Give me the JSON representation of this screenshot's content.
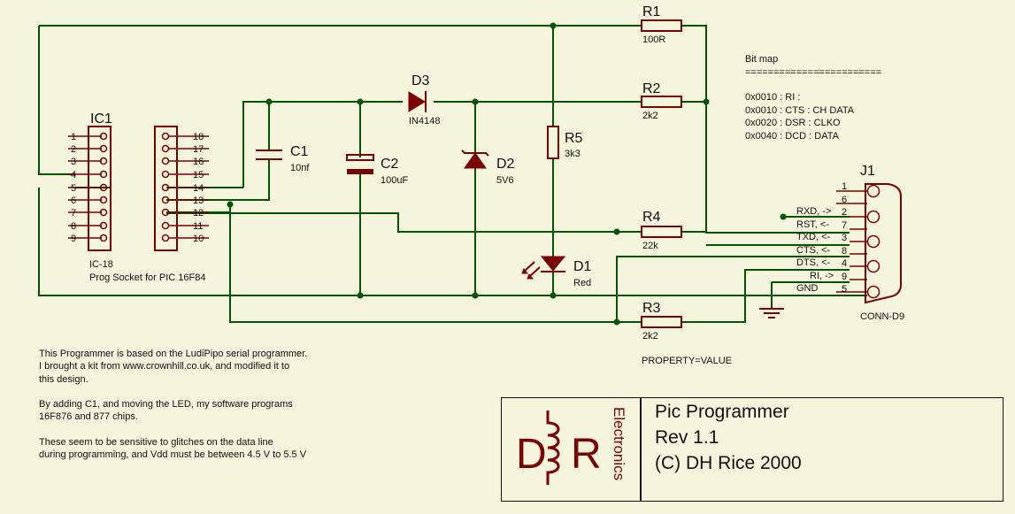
{
  "components": {
    "r1": {
      "ref": "R1",
      "value": "100R"
    },
    "r2": {
      "ref": "R2",
      "value": "2k2"
    },
    "r3": {
      "ref": "R3",
      "value": "2k2"
    },
    "r4": {
      "ref": "R4",
      "value": "22k"
    },
    "r5": {
      "ref": "R5",
      "value": "3k3"
    },
    "c1": {
      "ref": "C1",
      "value": "10nf"
    },
    "c2": {
      "ref": "C2",
      "value": "100uF"
    },
    "d1": {
      "ref": "D1",
      "value": "Red"
    },
    "d2": {
      "ref": "D2",
      "value": "5V6"
    },
    "d3": {
      "ref": "D3",
      "value": "IN4148"
    },
    "ic1": {
      "ref": "IC1",
      "value": "IC-18",
      "pins": [
        "1",
        "2",
        "3",
        "4",
        "5",
        "6",
        "7",
        "8",
        "9"
      ]
    },
    "socket": {
      "label": "Prog Socket for PIC 16F84",
      "pins": [
        "18",
        "17",
        "16",
        "15",
        "14",
        "13",
        "12",
        "11",
        "10"
      ]
    },
    "j1": {
      "ref": "J1",
      "value": "CONN-D9",
      "pin_numbers": [
        "1",
        "6",
        "2",
        "7",
        "3",
        "8",
        "4",
        "9",
        "5"
      ],
      "signals": [
        "RXD, ->",
        "RST, <-",
        "TXD, <-",
        "CTS, <-",
        "DTS, <-",
        "RI, ->",
        "GND"
      ]
    }
  },
  "property_text": "PROPERTY=VALUE",
  "bitmap": {
    "title": "Bit map",
    "rule": "========================",
    "lines": [
      "0x0010 : RI    :",
      "0x0010 : CTS : CH DATA",
      "0x0020 : DSR : CLKO",
      "0x0040 : DCD : DATA"
    ]
  },
  "notes": [
    "This Programmer is based on the LudiPipo serial programmer.",
    "I brought a kit from www.crownhill.co.uk, and modified it to",
    "this design.",
    "",
    "By adding C1, and moving the LED, my software programs",
    "16F876 and 877 chips.",
    "",
    "These seem to be sensitive to glitches on the data line",
    "during programming, and Vdd must be between 4.5 V to 5.5 V"
  ],
  "title_block": {
    "logo_d": "D",
    "logo_r": "R",
    "logo_word": "Electronics",
    "title": "Pic Programmer",
    "rev": "Rev 1.1",
    "copyright": "(C) DH Rice 2000"
  },
  "colors": {
    "background": "#f5f4dc",
    "wire": "#005400",
    "component": "#7a0000",
    "text": "#111111"
  }
}
